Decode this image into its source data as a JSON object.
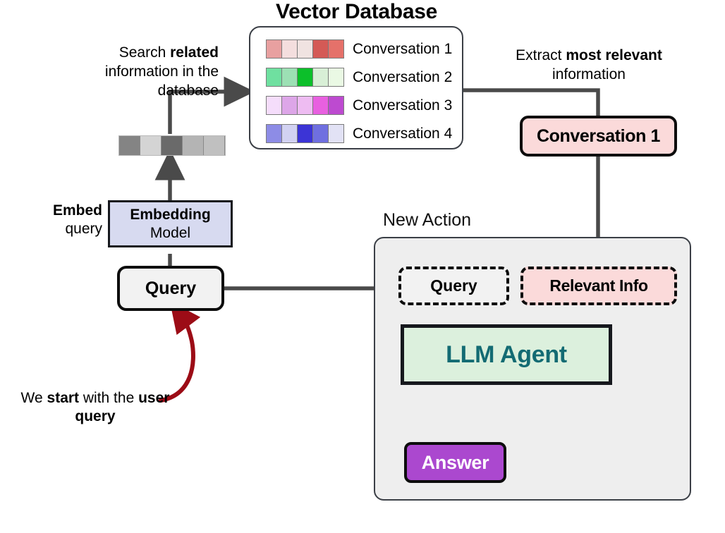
{
  "diagram": {
    "title_vector_database": "Vector Database",
    "label_new_action": "New Action"
  },
  "captions": {
    "search": {
      "part1": "Search ",
      "bold": "related",
      "part2": " information in the database"
    },
    "extract": {
      "part1": "Extract ",
      "bold1": "most relevant",
      "part2": " information"
    },
    "embed": {
      "bold": "Embed",
      "rest": "query"
    },
    "start": {
      "part1": "We ",
      "bold1": "start",
      "part2": " with the ",
      "bold2": "user query"
    }
  },
  "vector_database": {
    "conversations": [
      {
        "label": "Conversation 1",
        "colors": [
          "#e8a0a0",
          "#f4dede",
          "#f0e3e1",
          "#d45a56",
          "#e5716a"
        ]
      },
      {
        "label": "Conversation 2",
        "colors": [
          "#6fe0a0",
          "#9ce0b4",
          "#0cbf2a",
          "#d8efd6",
          "#eaf9e4"
        ]
      },
      {
        "label": "Conversation 3",
        "colors": [
          "#f5ddfb",
          "#dda6e8",
          "#eebcf2",
          "#e860e0",
          "#bd4ad0"
        ]
      },
      {
        "label": "Conversation 4",
        "colors": [
          "#8d8ce6",
          "#d2d2f2",
          "#3c34d6",
          "#6f6fe0",
          "#e2e2f5"
        ]
      }
    ]
  },
  "query_vector": {
    "name": "embedded-query-vector",
    "colors": [
      "#848484",
      "#d4d4d4",
      "#6a6a6a",
      "#b4b4b4",
      "#c0c0c0"
    ]
  },
  "nodes": {
    "embedding_model": {
      "line1": "Embedding",
      "line2": "Model",
      "fill": "#d7daf0"
    },
    "query": {
      "label": "Query",
      "fill": "#f2f2f2"
    },
    "conversation_1": {
      "label": "Conversation 1",
      "fill": "#fbdada"
    },
    "panel_query": {
      "label": "Query",
      "fill": "#f2f2f2"
    },
    "panel_relevant_info": {
      "label": "Relevant Info",
      "fill": "#fbdada"
    },
    "llm_agent": {
      "label": "LLM Agent",
      "fill": "#dcf0dd",
      "text_color": "#136b73"
    },
    "answer": {
      "label": "Answer",
      "fill": "#ab48cf",
      "text_color": "#ffffff"
    }
  },
  "colors": {
    "arrow_gray": "#4a4a4a",
    "arrow_red": "#9c0c16",
    "panel_bg": "#eeeeee",
    "panel_border": "#3b3f46"
  }
}
